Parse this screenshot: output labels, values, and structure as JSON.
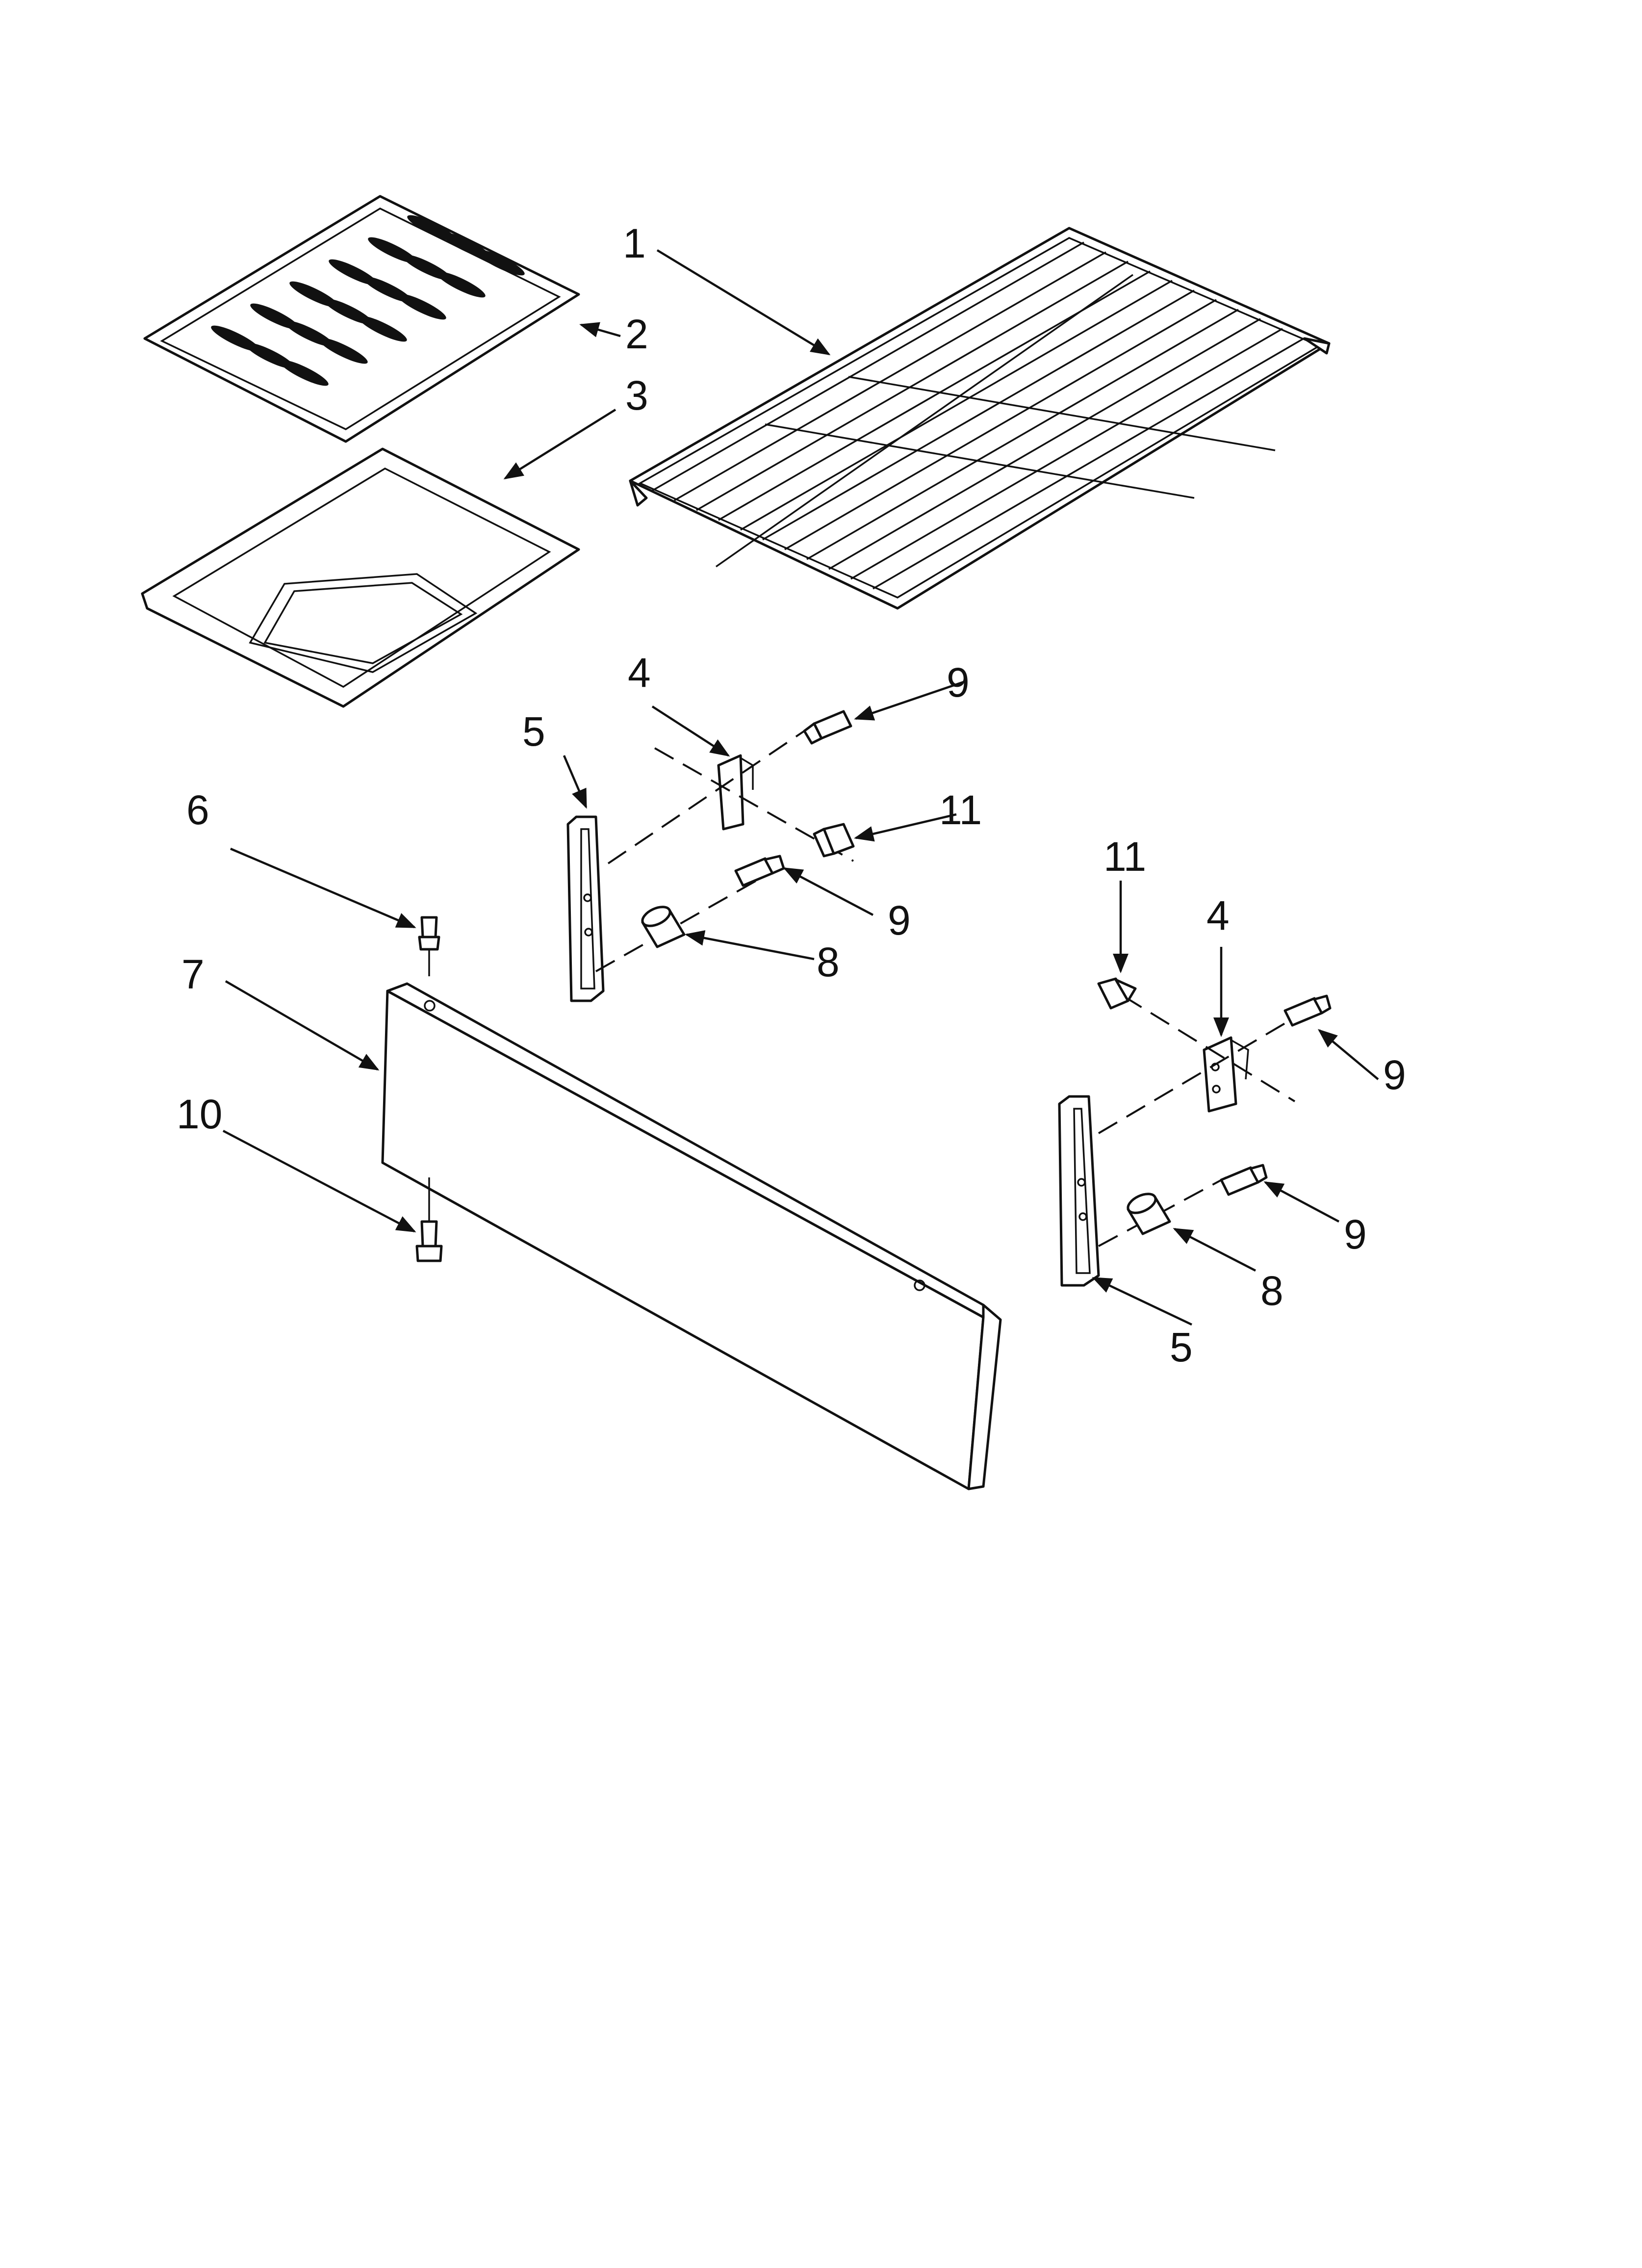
{
  "callouts": {
    "c1": "1",
    "c2": "2",
    "c3": "3",
    "c4_left": "4",
    "c4_right": "4",
    "c5_left": "5",
    "c5_right": "5",
    "c6": "6",
    "c7": "7",
    "c8_left": "8",
    "c8_right": "8",
    "c9_upper_left": "9",
    "c9_lower_left": "9",
    "c9_upper_right": "9",
    "c9_lower_right": "9",
    "c10": "10",
    "c11_left": "11",
    "c11_right": "11"
  },
  "colors": {
    "line": "#111111",
    "background": "#ffffff"
  },
  "parts": [
    "oven-rack",
    "broiler-grid",
    "broiler-pan",
    "bracket",
    "support",
    "fastener",
    "panel",
    "spacer",
    "screw",
    "screw-lower",
    "screw-small"
  ]
}
